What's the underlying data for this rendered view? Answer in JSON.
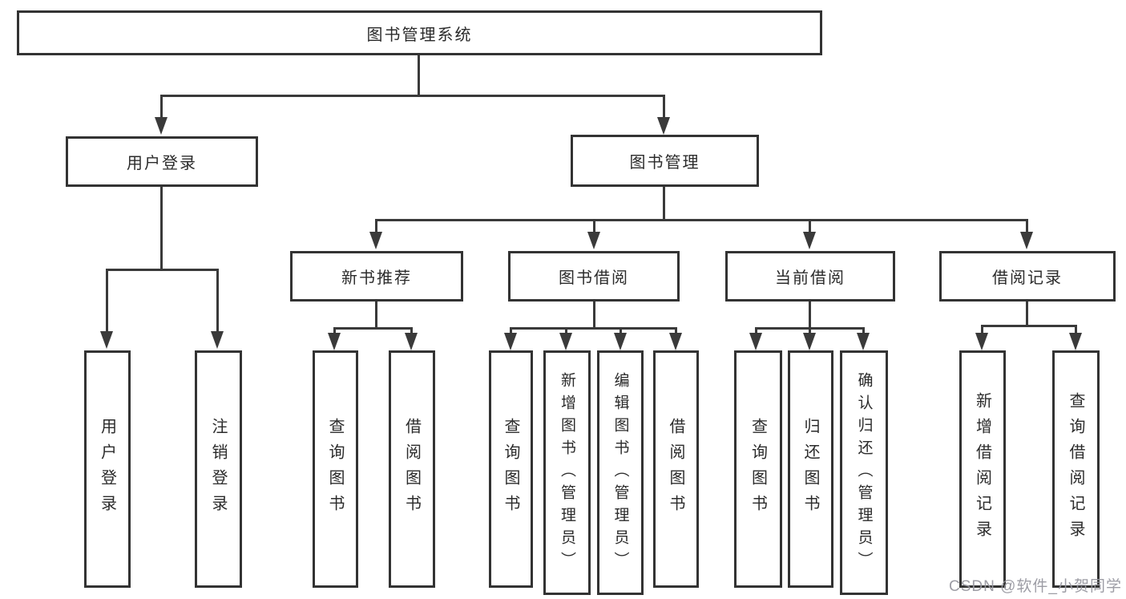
{
  "nodes": {
    "root": {
      "label": "图书管理系统"
    },
    "user_login": {
      "label": "用户登录"
    },
    "book_mgmt": {
      "label": "图书管理"
    },
    "new_book_rec": {
      "label": "新书推荐"
    },
    "book_borrow": {
      "label": "图书借阅"
    },
    "current_borrow": {
      "label": "当前借阅"
    },
    "borrow_record": {
      "label": "借阅记录"
    },
    "leaf_user_login": {
      "label": "用户登录"
    },
    "leaf_logout": {
      "label": "注销登录"
    },
    "leaf_query_book_1": {
      "label": "查询图书"
    },
    "leaf_borrow_book_1": {
      "label": "借阅图书"
    },
    "leaf_query_book_2": {
      "label": "查询图书"
    },
    "leaf_add_book": {
      "label": "新增图书（管理员）"
    },
    "leaf_edit_book": {
      "label": "编辑图书（管理员）"
    },
    "leaf_borrow_book_2": {
      "label": "借阅图书"
    },
    "leaf_query_book_3": {
      "label": "查询图书"
    },
    "leaf_return_book": {
      "label": "归还图书"
    },
    "leaf_confirm_return": {
      "label": "确认归还（管理员）"
    },
    "leaf_add_record": {
      "label": "新增借阅记录"
    },
    "leaf_query_record": {
      "label": "查询借阅记录"
    }
  },
  "hierarchy": {
    "root": "图书管理系统",
    "children": [
      {
        "label": "用户登录",
        "children": [
          "用户登录",
          "注销登录"
        ]
      },
      {
        "label": "图书管理",
        "children": [
          {
            "label": "新书推荐",
            "children": [
              "查询图书",
              "借阅图书"
            ]
          },
          {
            "label": "图书借阅",
            "children": [
              "查询图书",
              "新增图书（管理员）",
              "编辑图书（管理员）",
              "借阅图书"
            ]
          },
          {
            "label": "当前借阅",
            "children": [
              "查询图书",
              "归还图书",
              "确认归还（管理员）"
            ]
          },
          {
            "label": "借阅记录",
            "children": [
              "新增借阅记录",
              "查询借阅记录"
            ]
          }
        ]
      }
    ]
  },
  "watermark": {
    "text": "CSDN @软件_小贺同学"
  },
  "colors": {
    "background": "#ffffff",
    "box_border": "#333333",
    "connector_line": "#3a3a3a",
    "text": "#2b2b2b",
    "watermark": "#9898a0"
  }
}
